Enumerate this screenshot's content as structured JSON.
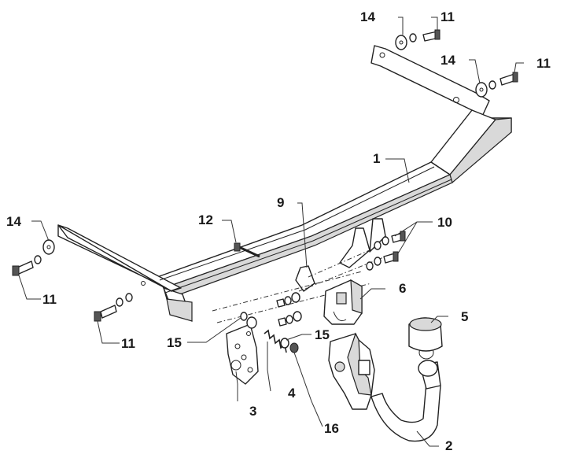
{
  "labels": {
    "l1": "1",
    "l2": "2",
    "l3": "3",
    "l4": "4",
    "l5": "5",
    "l6": "6",
    "l9": "9",
    "l10": "10",
    "l11a": "11",
    "l11b": "11",
    "l11c": "11",
    "l11d": "11",
    "l12": "12",
    "l14a": "14",
    "l14b": "14",
    "l14c": "14",
    "l15a": "15",
    "l15b": "15",
    "l16": "16"
  },
  "colors": {
    "line": "#222222",
    "shade": "#d9d9d9",
    "background": "#ffffff"
  }
}
